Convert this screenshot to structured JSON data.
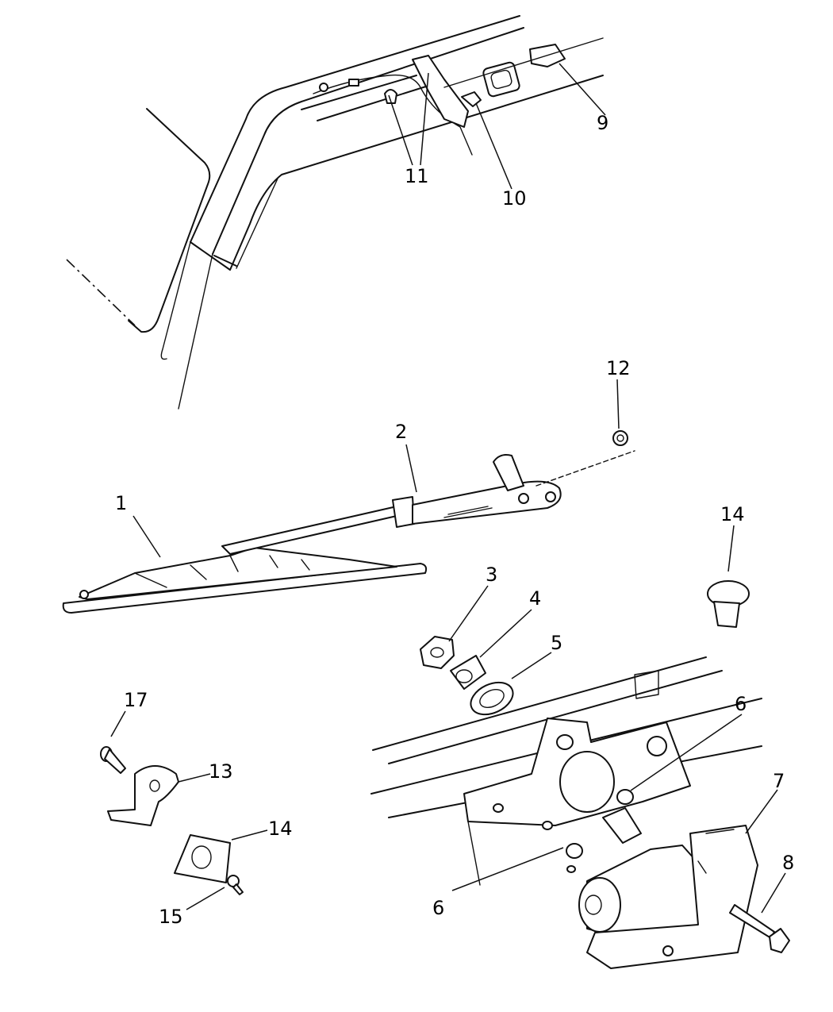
{
  "callouts": {
    "c1": "1",
    "c2": "2",
    "c3": "3",
    "c4": "4",
    "c5": "5",
    "c6a": "6",
    "c6b": "6",
    "c7": "7",
    "c8": "8",
    "c9": "9",
    "c10": "10",
    "c11": "11",
    "c12": "12",
    "c13": "13",
    "c14a": "14",
    "c14b": "14",
    "c15": "15",
    "c17": "17"
  }
}
